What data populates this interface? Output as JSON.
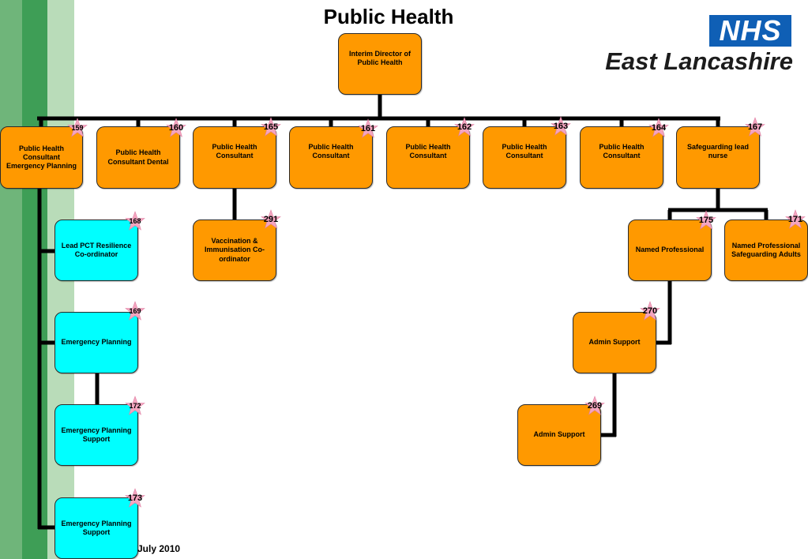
{
  "title": "Public Health",
  "logo": {
    "text": "NHS",
    "org": "East Lancashire",
    "color": "#0f5fb5"
  },
  "date": "July 2010",
  "colors": {
    "orange": "#ff9900",
    "cyan": "#00ffff",
    "star": "#f4a6c0"
  },
  "boxes": {
    "director": "Interim Director of Public Health",
    "ep_consultant": "Public Health Consultant Emergency Planning",
    "dental": "Public Health Consultant Dental",
    "ph165": "Public Health Consultant",
    "ph161": "Public Health Consultant",
    "ph162": "Public Health Consultant",
    "ph163": "Public Health Consultant",
    "ph164": "Public Health Consultant",
    "safeguarding": "Safeguarding lead nurse",
    "resilience": "Lead PCT Resilience Co-ordinator",
    "ep": "Emergency Planning",
    "ep_support_172": "Emergency Planning Support",
    "ep_support_173": "Emergency Planning Support",
    "vaccination": "Vaccination & Immunisation Co-ordinator",
    "named_prof": "Named Professional",
    "named_prof_adults": "Named Professional Safeguarding Adults",
    "admin270": "Admin Support",
    "admin269": "Admin Support"
  },
  "stars": {
    "s159": "159",
    "s160": "160",
    "s165": "165",
    "s161": "161",
    "s162": "162",
    "s163": "163",
    "s164": "164",
    "s167": "167",
    "s168": "168",
    "s169": "169",
    "s172": "172",
    "s173": "173",
    "s291": "291",
    "s175": "175",
    "s171": "171",
    "s270": "270",
    "s269": "269"
  }
}
